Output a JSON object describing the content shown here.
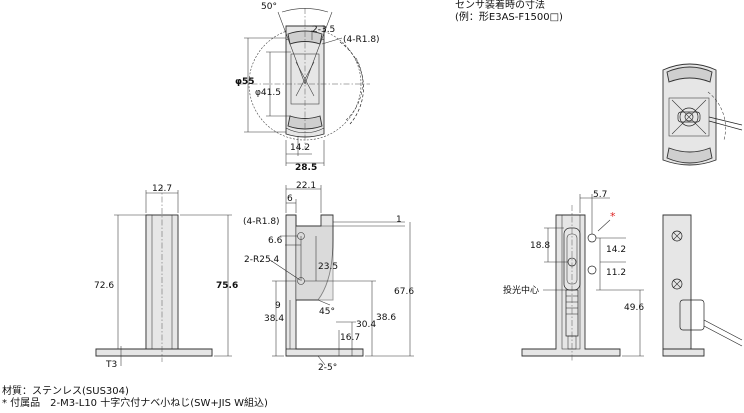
{
  "sensor_mount": {
    "heading_line1": "センサ装着時の寸法",
    "heading_line2": "(例：形E3AS-F1500□)",
    "emitter_center_label": "投光中心",
    "star_mark": "*"
  },
  "notes": {
    "material": "材質：ステンレス(SUS304)",
    "accessory": "* 付属品　2-M3-L10 十字穴付ナベ小ねじ(SW+JIS W組込)"
  },
  "top_view": {
    "angle": "50°",
    "slot": "2-3.5",
    "corner_r": "(4-R1.8)",
    "outer_dia": "φ55",
    "inner_dia": "φ41.5",
    "width_inner": "14.2",
    "width_outer": "28.5"
  },
  "front_view": {
    "top_width": "12.7",
    "height": "72.6",
    "total_height": "75.6",
    "thickness": "T3"
  },
  "side_view": {
    "top_width": "22.1",
    "offset": "6",
    "corner_r": "(4-R1.8)",
    "hole_offset": "6.6",
    "arc_r": "2-R25.4",
    "slot_len": "23.5",
    "height": "67.6",
    "low_hole": "9",
    "bottom_h": "38.4",
    "angle45": "45°",
    "mid_h": "38.6",
    "h30": "30.4",
    "h16": "16.7",
    "angle5": "2-5°",
    "dim1": "1"
  },
  "sensor_view": {
    "d57": "5.7",
    "d188": "18.8",
    "d142": "14.2",
    "d112": "11.2",
    "d496": "49.6"
  },
  "colors": {
    "plate": "#e6e6e6",
    "plate_shadow": "#cfcfcf",
    "line": "#222222",
    "accent": "#dd2222"
  }
}
